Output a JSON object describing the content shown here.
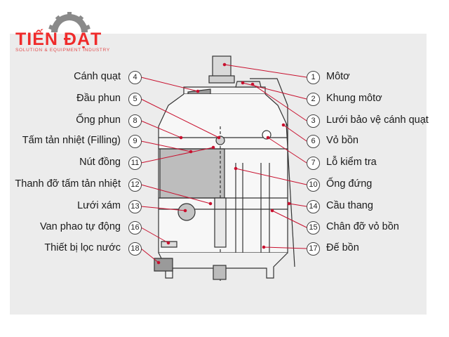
{
  "logo": {
    "brand": "TIẾN ĐẠT",
    "tagline": "SOLUTION & EQUIPMENT INDUSTRY"
  },
  "colors": {
    "brand": "#ef2b2b",
    "leader": "#c8102e",
    "outline": "#333333",
    "panel": "#ececec"
  },
  "left_labels": [
    {
      "num": "4",
      "text": "Cánh quạt"
    },
    {
      "num": "5",
      "text": "Đầu phun"
    },
    {
      "num": "8",
      "text": "Ống phun"
    },
    {
      "num": "9",
      "text": "Tấm tản nhiệt (Filling)"
    },
    {
      "num": "11",
      "text": "Nút đồng"
    },
    {
      "num": "12",
      "text": "Thanh đỡ tấm tản nhiệt"
    },
    {
      "num": "13",
      "text": "Lưới xám"
    },
    {
      "num": "16",
      "text": "Van phao tự động"
    },
    {
      "num": "18",
      "text": "Thiết bị lọc nước"
    }
  ],
  "right_labels": [
    {
      "num": "1",
      "text": "Môtơ"
    },
    {
      "num": "2",
      "text": "Khung môtơ"
    },
    {
      "num": "3",
      "text": "Lưới bảo vệ cánh quạt"
    },
    {
      "num": "6",
      "text": "Vỏ bồn"
    },
    {
      "num": "7",
      "text": "Lỗ kiểm tra"
    },
    {
      "num": "10",
      "text": "Ống đứng"
    },
    {
      "num": "14",
      "text": "Cầu thang"
    },
    {
      "num": "15",
      "text": "Chân đỡ vỏ bồn"
    },
    {
      "num": "17",
      "text": "Đế bồn"
    }
  ]
}
